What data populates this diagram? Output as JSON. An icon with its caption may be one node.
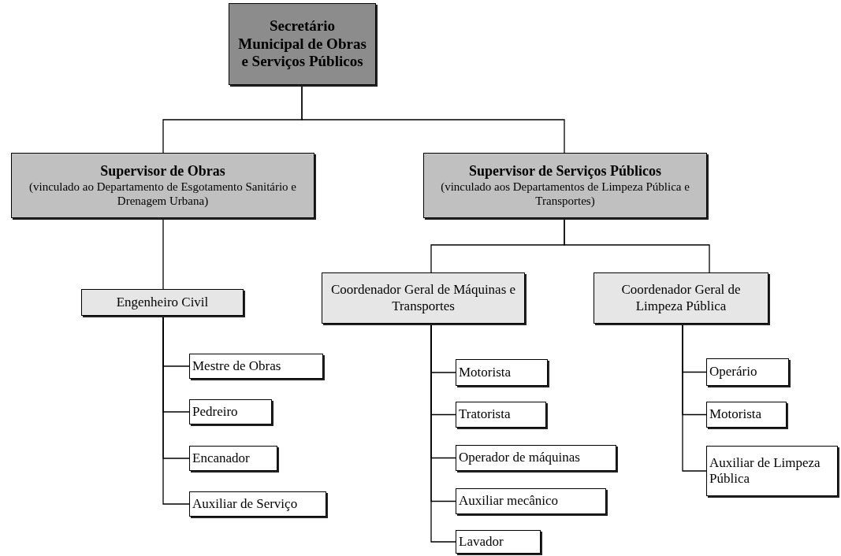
{
  "diagram": {
    "nodes": [
      {
        "text": [
          "Secretário Municipal de Obras e Serviços Públicos"
        ]
      },
      {
        "text": [
          "Supervisor de Obras",
          "(vinculado ao Departamento de Esgotamento Sanitário e Drenagem Urbana)"
        ]
      },
      {
        "text": [
          "Supervisor de Serviços Públicos",
          "(vinculado aos Departamentos de Limpeza Pública e Transportes)"
        ]
      },
      {
        "text": [
          "Engenheiro Civil"
        ]
      },
      {
        "text": [
          "Coordenador Geral de Máquinas e Transportes"
        ]
      },
      {
        "text": [
          "Coordenador Geral de Limpeza Pública"
        ]
      },
      {
        "text": [
          "Mestre de Obras"
        ]
      },
      {
        "text": [
          "Pedreiro"
        ]
      },
      {
        "text": [
          "Encanador"
        ]
      },
      {
        "text": [
          "Auxiliar de Serviço"
        ]
      },
      {
        "text": [
          "Motorista"
        ]
      },
      {
        "text": [
          "Tratorista"
        ]
      },
      {
        "text": [
          "Operador de máquinas"
        ]
      },
      {
        "text": [
          "Auxiliar mecânico"
        ]
      },
      {
        "text": [
          "Lavador"
        ]
      },
      {
        "text": [
          "Operário"
        ]
      },
      {
        "text": [
          "Motorista"
        ]
      },
      {
        "text": [
          "Auxiliar de Limpeza Pública"
        ]
      }
    ],
    "edges": [
      {
        "from": 0,
        "to": 1,
        "arrow": "none"
      },
      {
        "from": 0,
        "to": 2,
        "arrow": "none"
      },
      {
        "from": 1,
        "to": 3,
        "arrow": "none"
      },
      {
        "from": 2,
        "to": 4,
        "arrow": "none"
      },
      {
        "from": 2,
        "to": 5,
        "arrow": "none"
      },
      {
        "from": 3,
        "to": 6,
        "arrow": "none"
      },
      {
        "from": 3,
        "to": 7,
        "arrow": "none"
      },
      {
        "from": 3,
        "to": 8,
        "arrow": "none"
      },
      {
        "from": 3,
        "to": 9,
        "arrow": "none"
      },
      {
        "from": 4,
        "to": 10,
        "arrow": "none"
      },
      {
        "from": 4,
        "to": 11,
        "arrow": "none"
      },
      {
        "from": 4,
        "to": 12,
        "arrow": "none"
      },
      {
        "from": 4,
        "to": 13,
        "arrow": "none"
      },
      {
        "from": 4,
        "to": 14,
        "arrow": "none"
      },
      {
        "from": 5,
        "to": 15,
        "arrow": "none"
      },
      {
        "from": 5,
        "to": 16,
        "arrow": "none"
      },
      {
        "from": 5,
        "to": 17,
        "arrow": "none"
      }
    ]
  }
}
